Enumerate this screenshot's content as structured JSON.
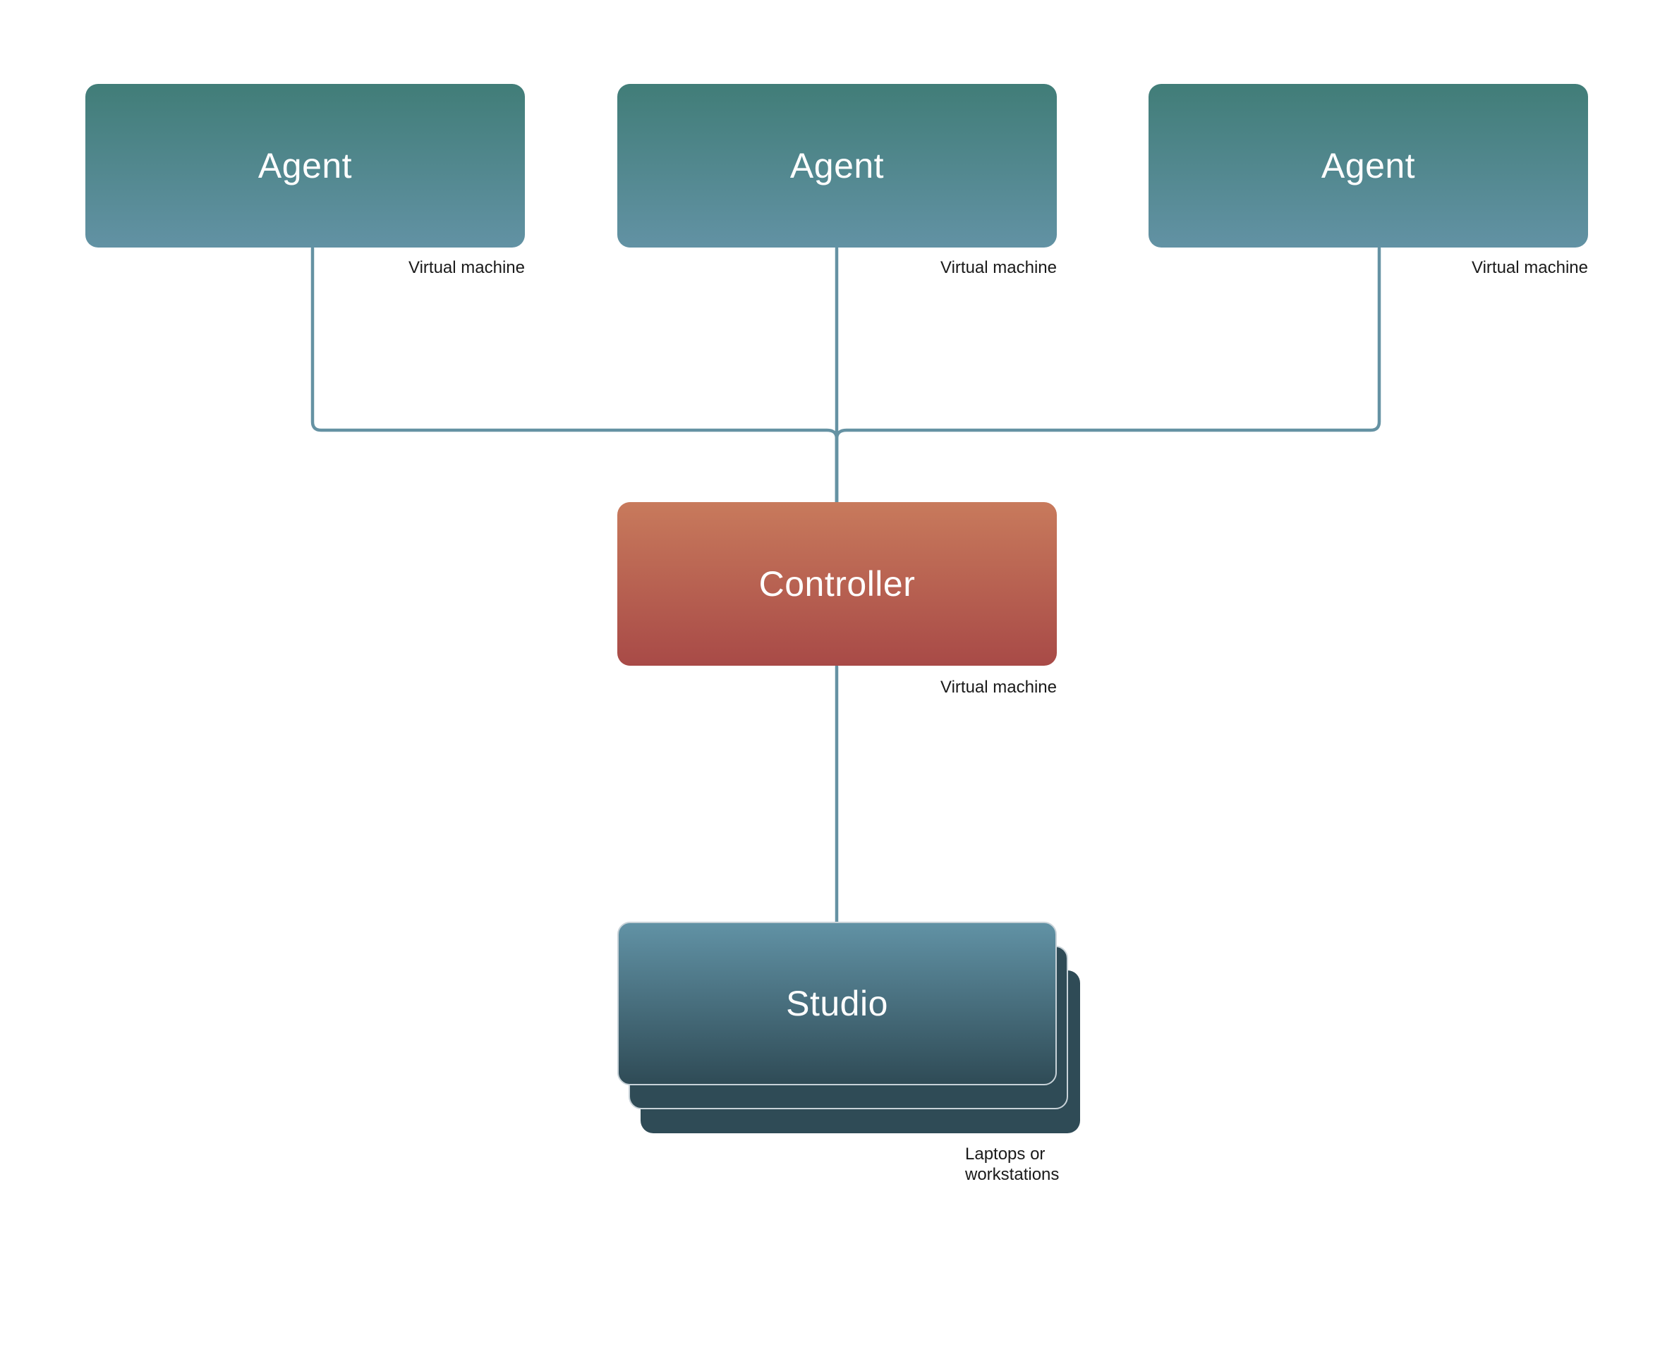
{
  "colors": {
    "agent_top": "#417d78",
    "agent_bottom": "#6292a4",
    "controller_top": "#c87a5c",
    "controller_bottom": "#a84a47",
    "studio_top": "#6192a5",
    "studio_bottom": "#2f4b56",
    "connector": "#6592a3"
  },
  "nodes": {
    "agents": [
      {
        "label": "Agent",
        "caption": "Virtual machine"
      },
      {
        "label": "Agent",
        "caption": "Virtual machine"
      },
      {
        "label": "Agent",
        "caption": "Virtual machine"
      }
    ],
    "controller": {
      "label": "Controller",
      "caption": "Virtual machine"
    },
    "studio": {
      "label": "Studio",
      "caption": "Laptops or\nworkstations"
    }
  },
  "edges": [
    {
      "from": "agent-1",
      "to": "controller"
    },
    {
      "from": "agent-2",
      "to": "controller"
    },
    {
      "from": "agent-3",
      "to": "controller"
    },
    {
      "from": "controller",
      "to": "studio"
    }
  ]
}
